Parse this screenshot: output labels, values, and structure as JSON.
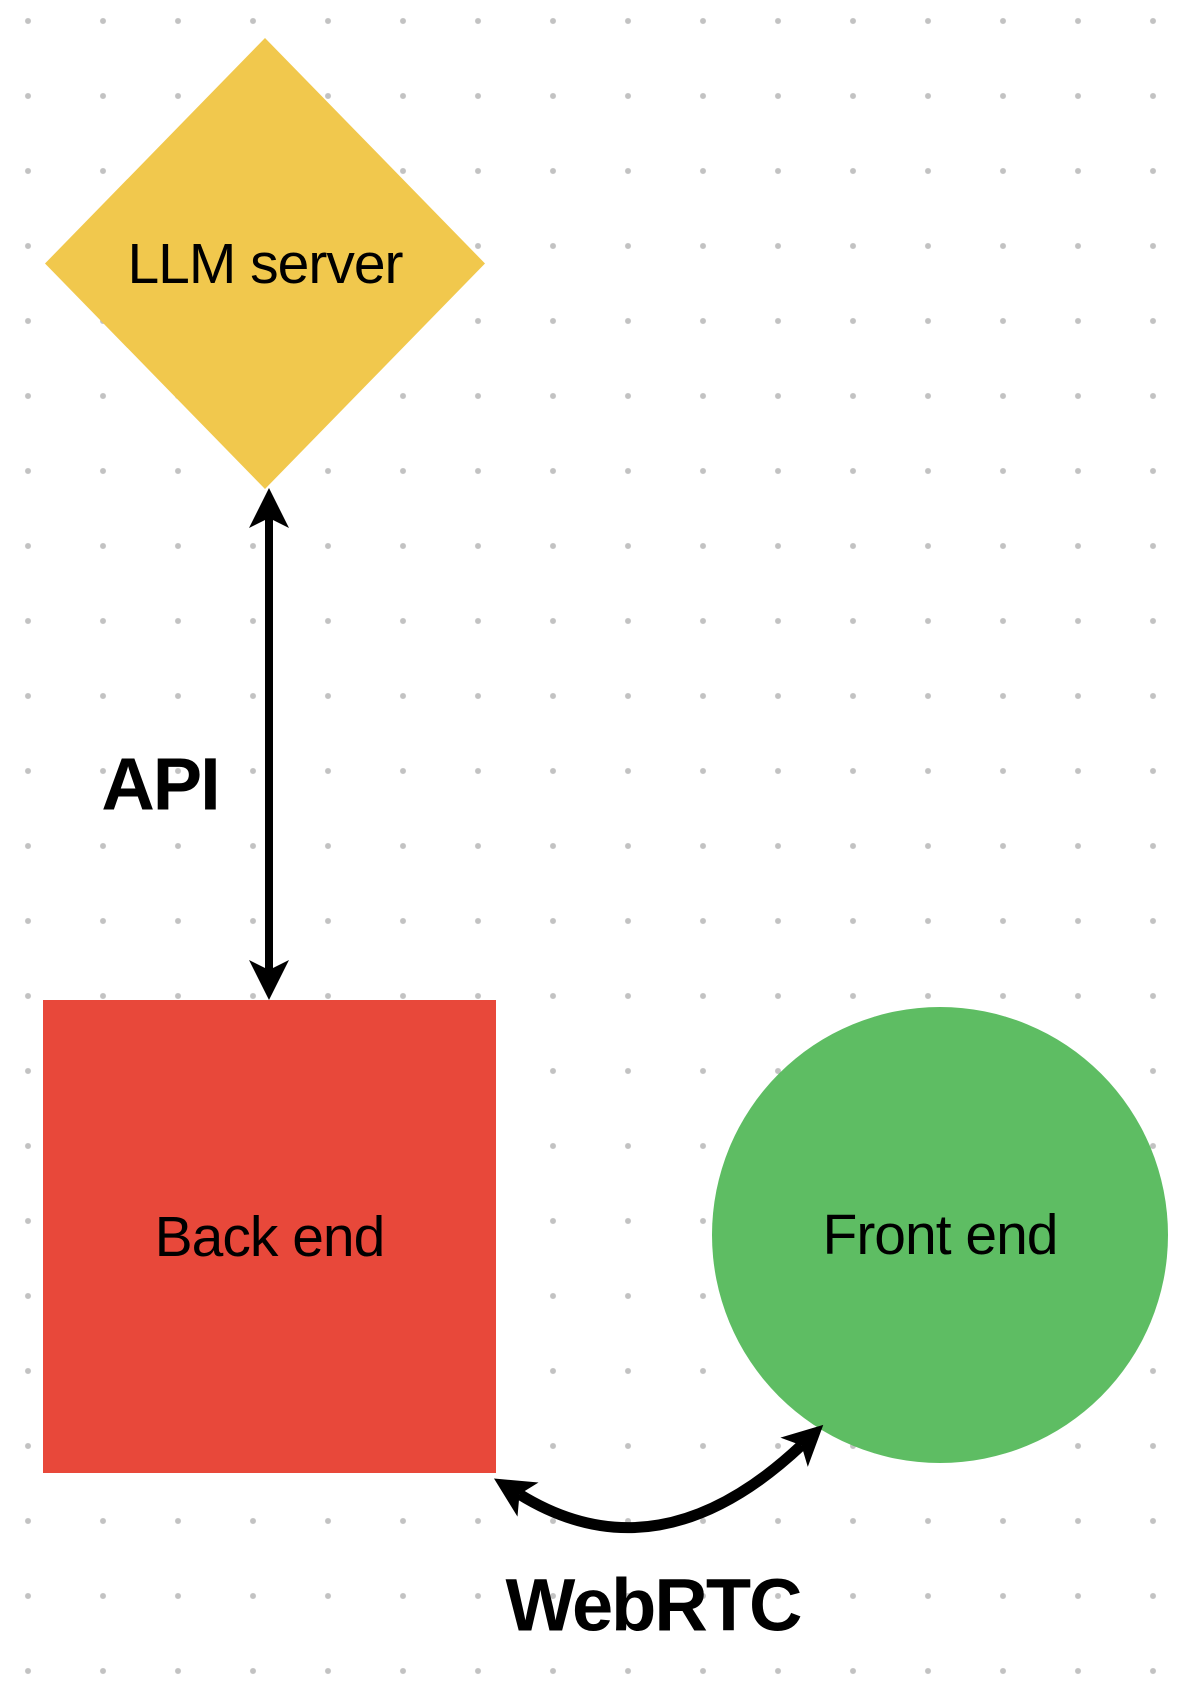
{
  "diagram": {
    "background_color": "#ffffff",
    "dot_grid_color": "#c2c2c2",
    "nodes": [
      {
        "label": "LLM server",
        "shape": "diamond",
        "color": "#f1c84d",
        "text_color": "#000000"
      },
      {
        "label": "Back end",
        "shape": "square",
        "color": "#e8483a",
        "text_color": "#000000"
      },
      {
        "label": "Front end",
        "shape": "circle",
        "color": "#5ebd63",
        "text_color": "#000000"
      }
    ],
    "edges": [
      {
        "label": "API",
        "from": "LLM server",
        "to": "Back end",
        "line": "straight",
        "arrowheads": "both",
        "color": "#000000"
      },
      {
        "label": "WebRTC",
        "from": "Back end",
        "to": "Front end",
        "line": "curved",
        "arrowheads": "both",
        "color": "#000000"
      }
    ]
  }
}
